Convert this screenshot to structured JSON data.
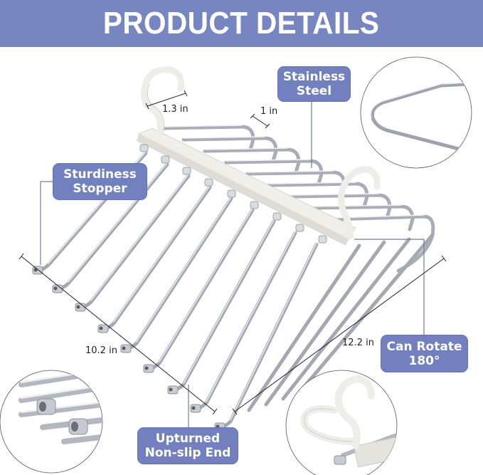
{
  "header": {
    "title": "PRODUCT DETAILS",
    "background": "#7785c1"
  },
  "labels": {
    "stainless_steel": {
      "line1": "Stainless",
      "line2": "Steel"
    },
    "sturdiness_stopper": {
      "line1": "Sturdiness",
      "line2": "Stopper"
    },
    "can_rotate": {
      "line1": "Can Rotate",
      "line2": "180°"
    },
    "upturned_end": {
      "line1": "Upturned",
      "line2": "Non-slip End"
    }
  },
  "dimensions": {
    "hook_width": "1.3 in",
    "rod_spacing": "1 in",
    "width": "10.2 in",
    "depth": "12.2 in"
  },
  "insets": [
    {
      "name": "stainless-steel-bend-detail"
    },
    {
      "name": "upturned-end-detail"
    },
    {
      "name": "rotating-hook-detail"
    }
  ],
  "colors": {
    "accent": "#7380c0",
    "rod": "#b8bcc4",
    "plastic": "#ecebe6",
    "line": "#6f7aa8"
  }
}
